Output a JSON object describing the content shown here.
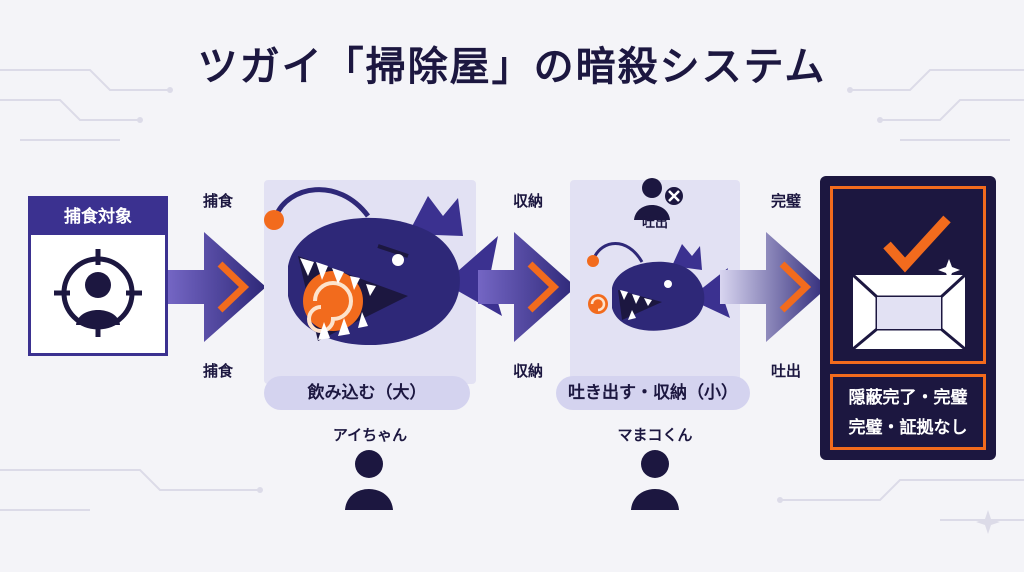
{
  "title": "ツガイ「掃除屋」の暗殺システム",
  "target_panel": {
    "header": "捕食対象"
  },
  "arrow1": {
    "top_label": "捕食",
    "bottom_label": "捕食"
  },
  "big_fish": {
    "caption": "飲み込む（大）",
    "owner": "アイちゃん"
  },
  "arrow2": {
    "top_label": "収納",
    "bottom_label": "収納"
  },
  "small_fish": {
    "top_label": "吐出",
    "caption": "吐き出す・収納（小）",
    "owner": "マまコくん"
  },
  "arrow3": {
    "top_label": "完璧",
    "bottom_label": "吐出"
  },
  "result_panel": {
    "line1": "隠蔽完了・完璧",
    "line2": "完璧・証拠なし"
  },
  "colors": {
    "navy": "#1c1740",
    "purple": "#3b3190",
    "orange": "#f26b1d",
    "lavender": "#e2e1f3"
  }
}
